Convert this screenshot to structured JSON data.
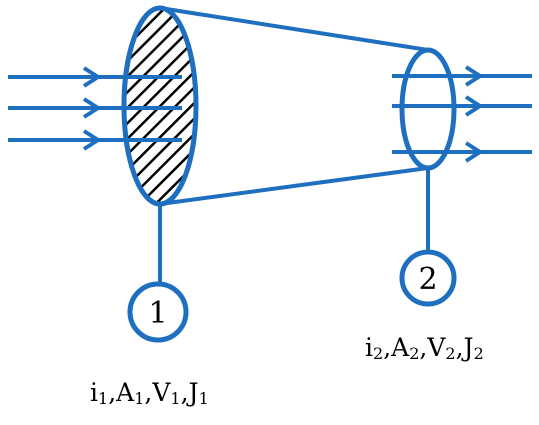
{
  "diagram": {
    "colors": {
      "stroke": "#1f6fc0",
      "hatch": "#000000",
      "text": "#000000",
      "background": "#ffffff"
    },
    "sections": [
      {
        "marker": "1",
        "caption": [
          {
            "base": "i",
            "sub": "1"
          },
          {
            "base": "A",
            "sub": "1"
          },
          {
            "base": "V",
            "sub": "1"
          },
          {
            "base": "J",
            "sub": "1"
          }
        ]
      },
      {
        "marker": "2",
        "caption": [
          {
            "base": "i",
            "sub": "2"
          },
          {
            "base": "A",
            "sub": "2"
          },
          {
            "base": "V",
            "sub": "2"
          },
          {
            "base": "J",
            "sub": "2"
          }
        ]
      }
    ]
  }
}
